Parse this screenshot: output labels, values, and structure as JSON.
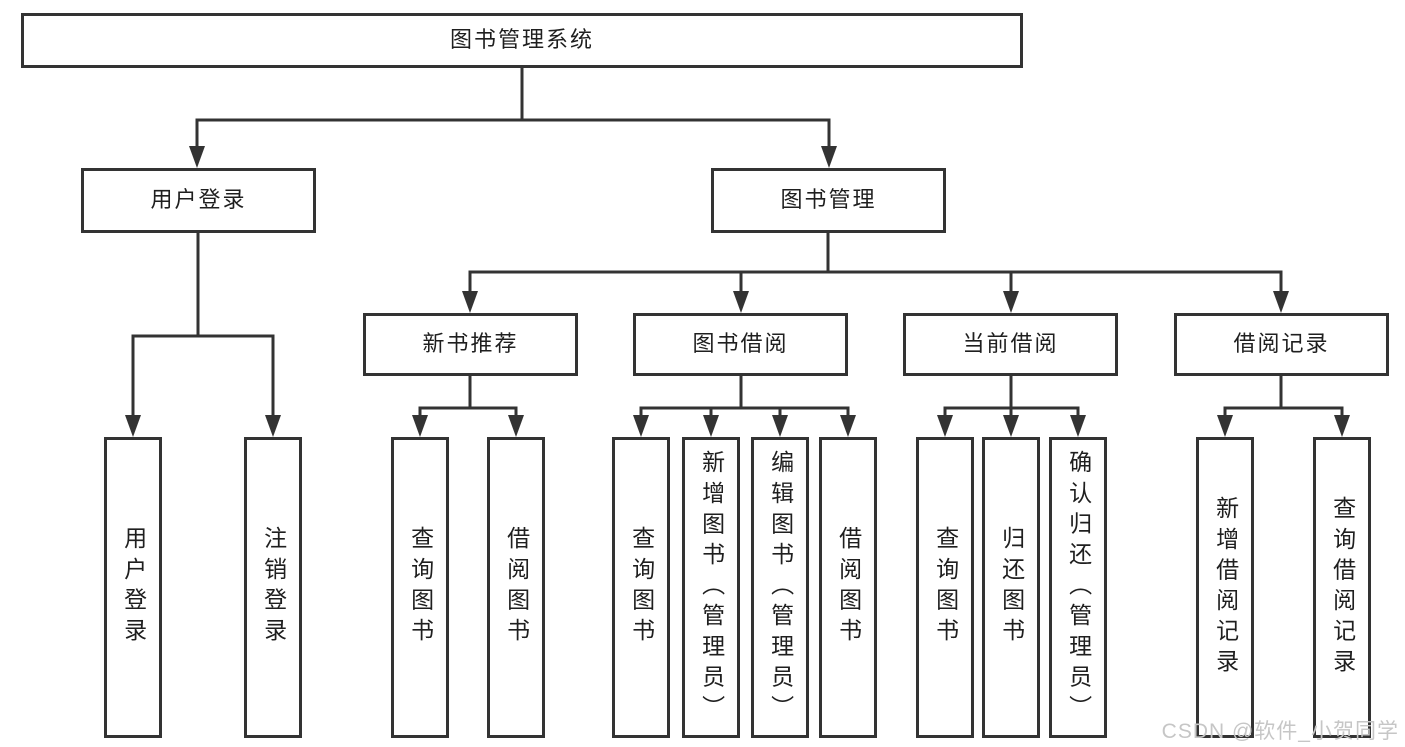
{
  "title": "图书管理系统",
  "level2": {
    "login": "用户登录",
    "books": "图书管理"
  },
  "level3": {
    "recommend": "新书推荐",
    "borrow": "图书借阅",
    "current": "当前借阅",
    "records": "借阅记录"
  },
  "leaves": {
    "login": [
      "用户登录",
      "注销登录"
    ],
    "recommend": [
      "查询图书",
      "借阅图书"
    ],
    "borrow": [
      "查询图书",
      "新增图书（管理员）",
      "编辑图书（管理员）",
      "借阅图书"
    ],
    "current": [
      "查询图书",
      "归还图书",
      "确认归还（管理员）"
    ],
    "records": [
      "新增借阅记录",
      "查询借阅记录"
    ]
  },
  "watermark": "CSDN @软件_小贺同学",
  "colors": {
    "line": "#333333",
    "text": "#1f1f1f",
    "watermark": "#c6c6c6",
    "bg": "#ffffff"
  }
}
